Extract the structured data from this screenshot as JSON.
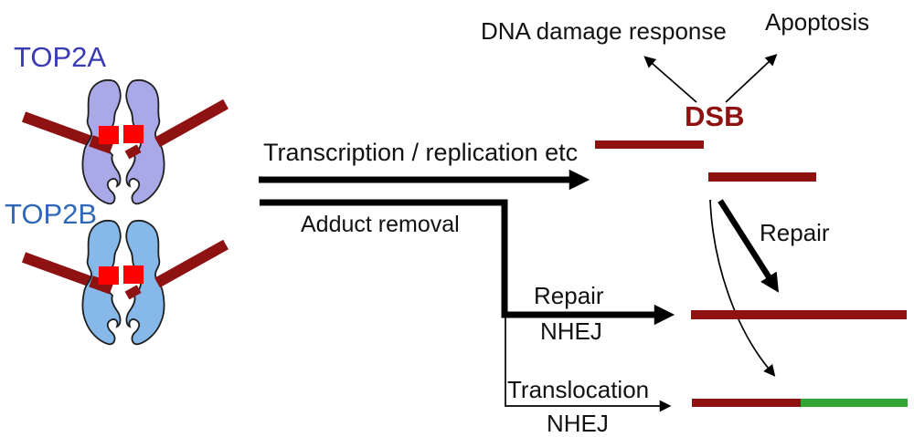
{
  "diagram": {
    "proteins": [
      {
        "id": "top2a",
        "label": "TOP2A",
        "body_color": "#a9a9e8",
        "label_color": "#3a3ab4"
      },
      {
        "id": "top2b",
        "label": "TOP2B",
        "body_color": "#86b8ea",
        "label_color": "#3068b8"
      }
    ],
    "pathway_labels": {
      "transcription": "Transcription / replication etc",
      "adduct_removal": "Adduct removal",
      "repair": "Repair",
      "repair_nhej": [
        "Repair",
        "NHEJ"
      ],
      "translocation_nhej": [
        "Translocation",
        "NHEJ"
      ]
    },
    "outcome_labels": {
      "dsb": "DSB",
      "dna_damage_response": "DNA damage response",
      "apoptosis": "Apoptosis"
    },
    "colors": {
      "dna": "#8e1211",
      "translocated_dna": "#32a532",
      "drug": "#ff0000",
      "arrow": "#000000",
      "background": "#ffffff"
    }
  }
}
